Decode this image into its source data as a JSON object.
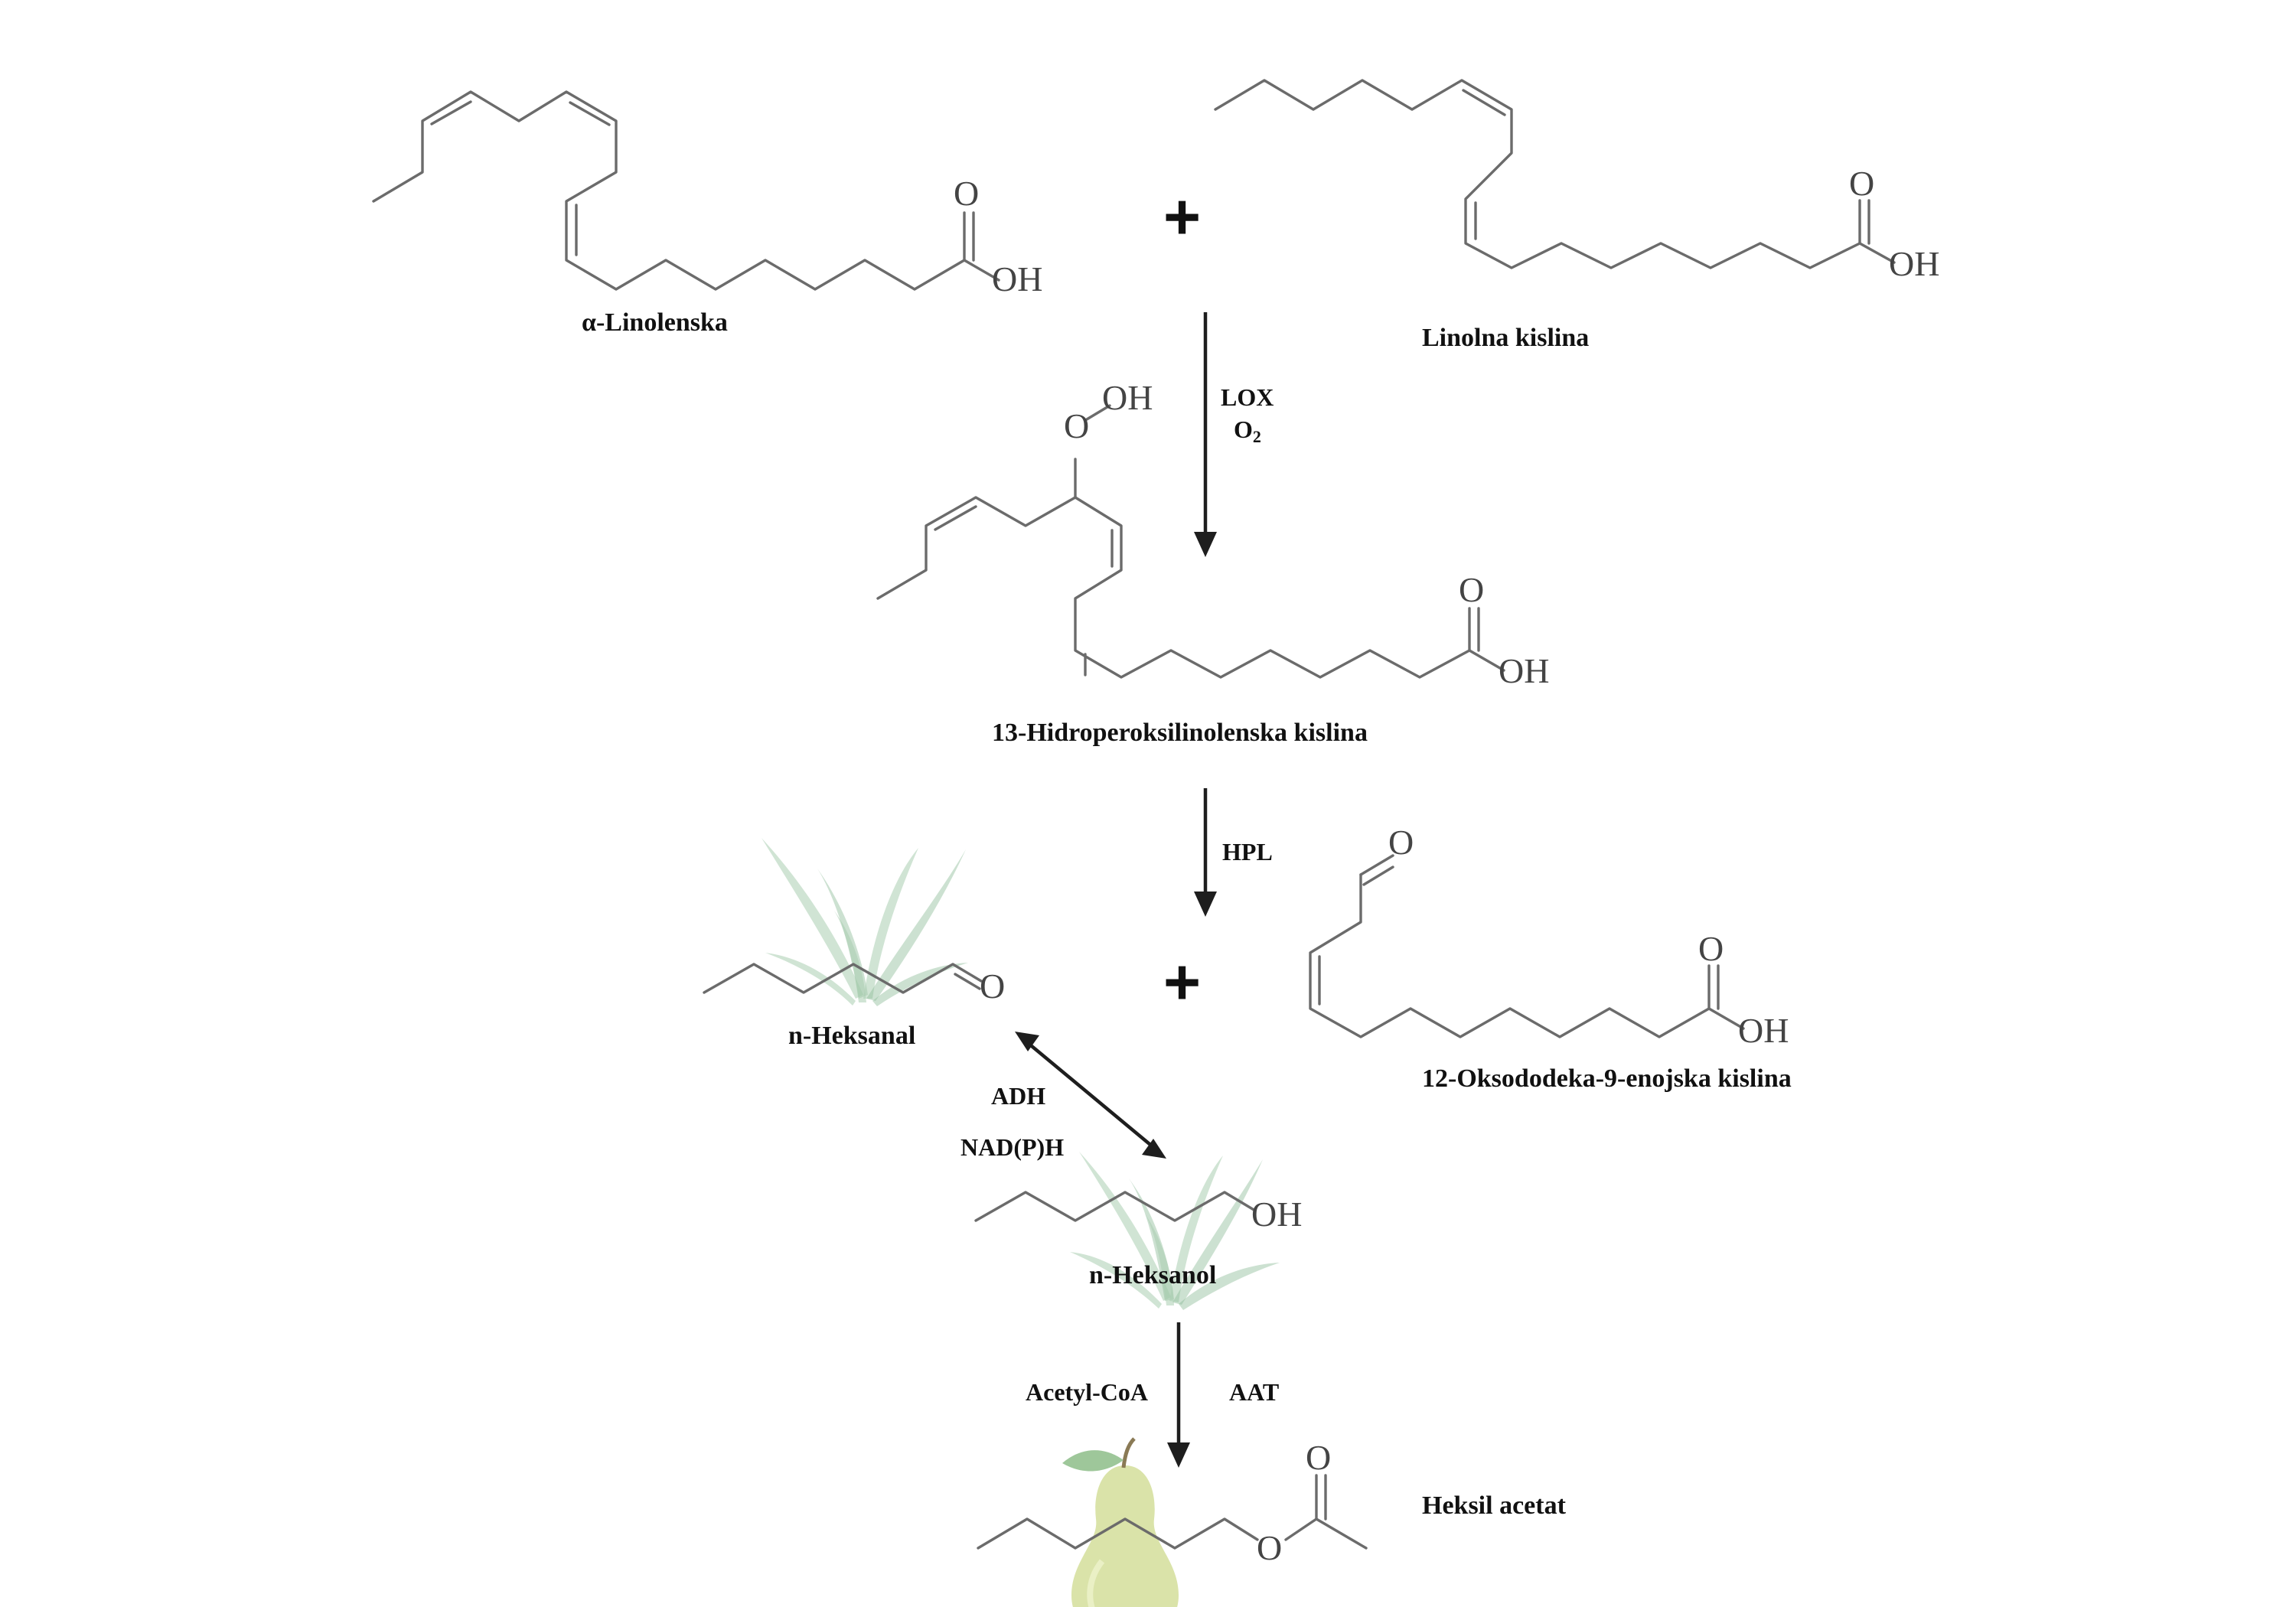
{
  "compounds": {
    "alpha_linolenic": {
      "label": "α-Linolenska"
    },
    "linoleic": {
      "label": "Linolna kislina"
    },
    "hydroperoxide": {
      "label": "13-Hidroperoksilinolenska kislina"
    },
    "hexanal": {
      "label": "n-Heksanal"
    },
    "oxo_acid": {
      "label": "12-Oksododeka-9-enojska kislina"
    },
    "hexanol": {
      "label": "n-Heksanol"
    },
    "hexyl_acetate": {
      "label": "Heksil acetat"
    }
  },
  "atoms": {
    "oxygen": "O",
    "hydroxyl": "OH"
  },
  "plus_sign": "+",
  "steps": [
    {
      "enzyme": "LOX",
      "cofactor_main": "O",
      "cofactor_sub": "2"
    },
    {
      "enzyme": "HPL"
    },
    {
      "enzyme": "ADH",
      "cofactor": "NAD(P)H"
    },
    {
      "cosubstrate": "Acetyl-CoA",
      "enzyme": "AAT"
    }
  ],
  "colors": {
    "bond": "#6b6b6b",
    "arrow": "#1e1e1e",
    "grass": "#a9cdb1",
    "pear": "#d6e0a0",
    "leaf": "#9ec79a"
  },
  "icons": [
    "grass-icon",
    "grass-icon",
    "pear-icon"
  ]
}
